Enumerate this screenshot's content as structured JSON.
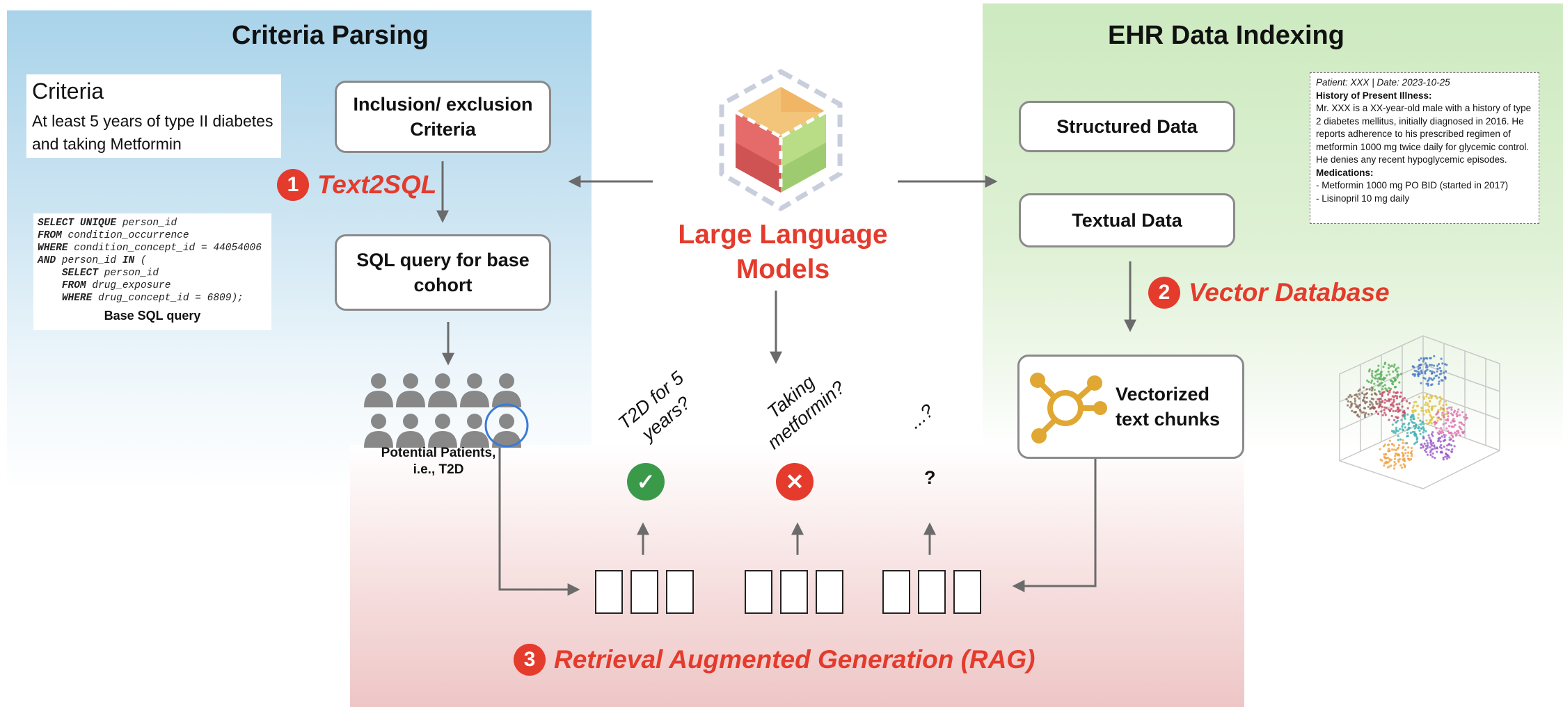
{
  "sections": {
    "criteria_parsing": "Criteria Parsing",
    "ehr_indexing": "EHR Data Indexing"
  },
  "criteria_card": {
    "title": "Criteria",
    "text": "At least 5 years of type II diabetes and taking Metformin"
  },
  "sql_card": {
    "lines": [
      [
        {
          "k": "SELECT UNIQUE"
        },
        {
          "t": " person_id"
        }
      ],
      [
        {
          "k": "FROM"
        },
        {
          "t": " condition_occurrence"
        }
      ],
      [
        {
          "k": "WHERE"
        },
        {
          "t": " condition_concept_id = 44054006"
        }
      ],
      [
        {
          "k": "AND"
        },
        {
          "t": " person_id "
        },
        {
          "k": "IN"
        },
        {
          "t": " ("
        }
      ],
      [
        {
          "t": "    "
        },
        {
          "k": "SELECT"
        },
        {
          "t": " person_id"
        }
      ],
      [
        {
          "t": "    "
        },
        {
          "k": "FROM"
        },
        {
          "t": " drug_exposure"
        }
      ],
      [
        {
          "t": "    "
        },
        {
          "k": "WHERE"
        },
        {
          "t": " drug_concept_id = 6809);"
        }
      ]
    ],
    "caption": "Base SQL query"
  },
  "boxes": {
    "inclusion": "Inclusion/ exclusion Criteria",
    "sql_query": "SQL query for base cohort",
    "structured": "Structured Data",
    "textual": "Textual Data",
    "vectorized": "Vectorized text chunks"
  },
  "steps": [
    {
      "num": "1",
      "label": "Text2SQL"
    },
    {
      "num": "2",
      "label": "Vector Database"
    },
    {
      "num": "3",
      "label": "Retrieval Augmented Generation (RAG)"
    }
  ],
  "llm": {
    "label_line1": "Large Language",
    "label_line2": "Models"
  },
  "patients": {
    "caption_line1": "Potential Patients,",
    "caption_line2": "i.e., T2D"
  },
  "questions": [
    {
      "line1": "T2D for 5",
      "line2": "years?"
    },
    {
      "line1": "Taking",
      "line2": "metformin?"
    },
    {
      "line1": "...?",
      "line2": ""
    }
  ],
  "results": [
    {
      "symbol": "✓",
      "color": "#3a9a4a"
    },
    {
      "symbol": "✕",
      "color": "#e43b2c"
    },
    {
      "symbol": "?",
      "color": ""
    }
  ],
  "ehr_note": {
    "header": "Patient: XXX  |  Date: 2023-10-25",
    "hpi_title": "History of Present Illness:",
    "hpi_text": "Mr. XXX is a XX-year-old male with a history of type 2 diabetes mellitus, initially diagnosed in 2016. He reports adherence to his prescribed regimen of metformin 1000 mg twice daily for glycemic control. He denies any recent hypoglycemic episodes.",
    "med_title": "Medications:",
    "med_1": "- Metformin 1000 mg PO BID (started in 2017)",
    "med_2": "- Lisinopril 10 mg daily"
  },
  "colors": {
    "accent_red": "#e43b2c",
    "left_panel": "#a9d3ea",
    "right_panel": "#cdeac0",
    "bottom_panel": "#eec6c6",
    "arrow": "#6b6b6b",
    "vector_icon": "#e0a733"
  },
  "icons": [
    "llm-cube-icon",
    "people-icon",
    "vector-network-icon",
    "scatter-3d-icon"
  ]
}
